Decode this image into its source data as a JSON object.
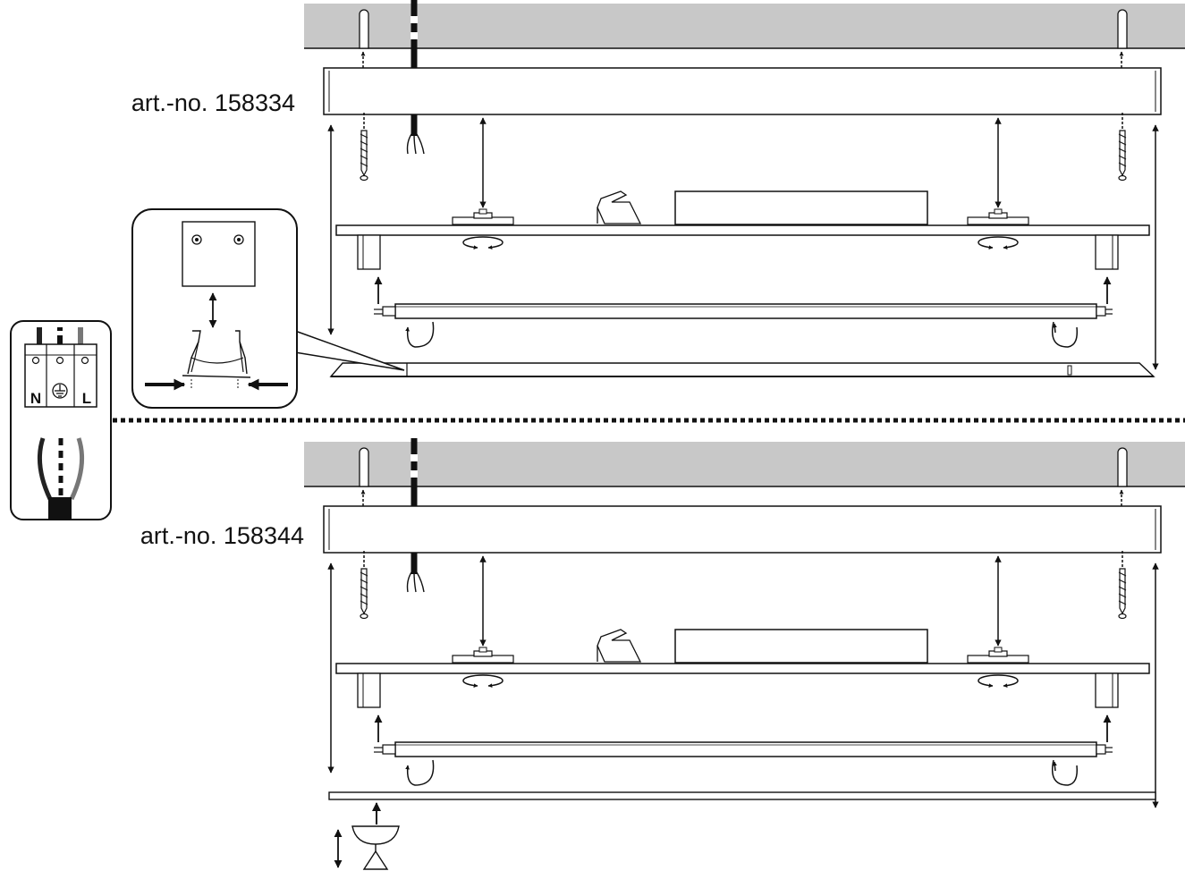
{
  "panels": [
    {
      "id": "top",
      "article_label": "art.-no. 158334",
      "cover": "diffuser"
    },
    {
      "id": "bottom",
      "article_label": "art.-no. 158344",
      "cover": "flat"
    }
  ],
  "wiring": {
    "terminals": [
      {
        "name": "neutral",
        "label": "N"
      },
      {
        "name": "earth",
        "label": ""
      },
      {
        "name": "live",
        "label": "L"
      }
    ],
    "wire_colors": [
      "#222222",
      "#ffffff",
      "#777777"
    ]
  },
  "colors": {
    "ceiling": "#c8c8c8",
    "line": "#111111",
    "background": "#ffffff"
  }
}
